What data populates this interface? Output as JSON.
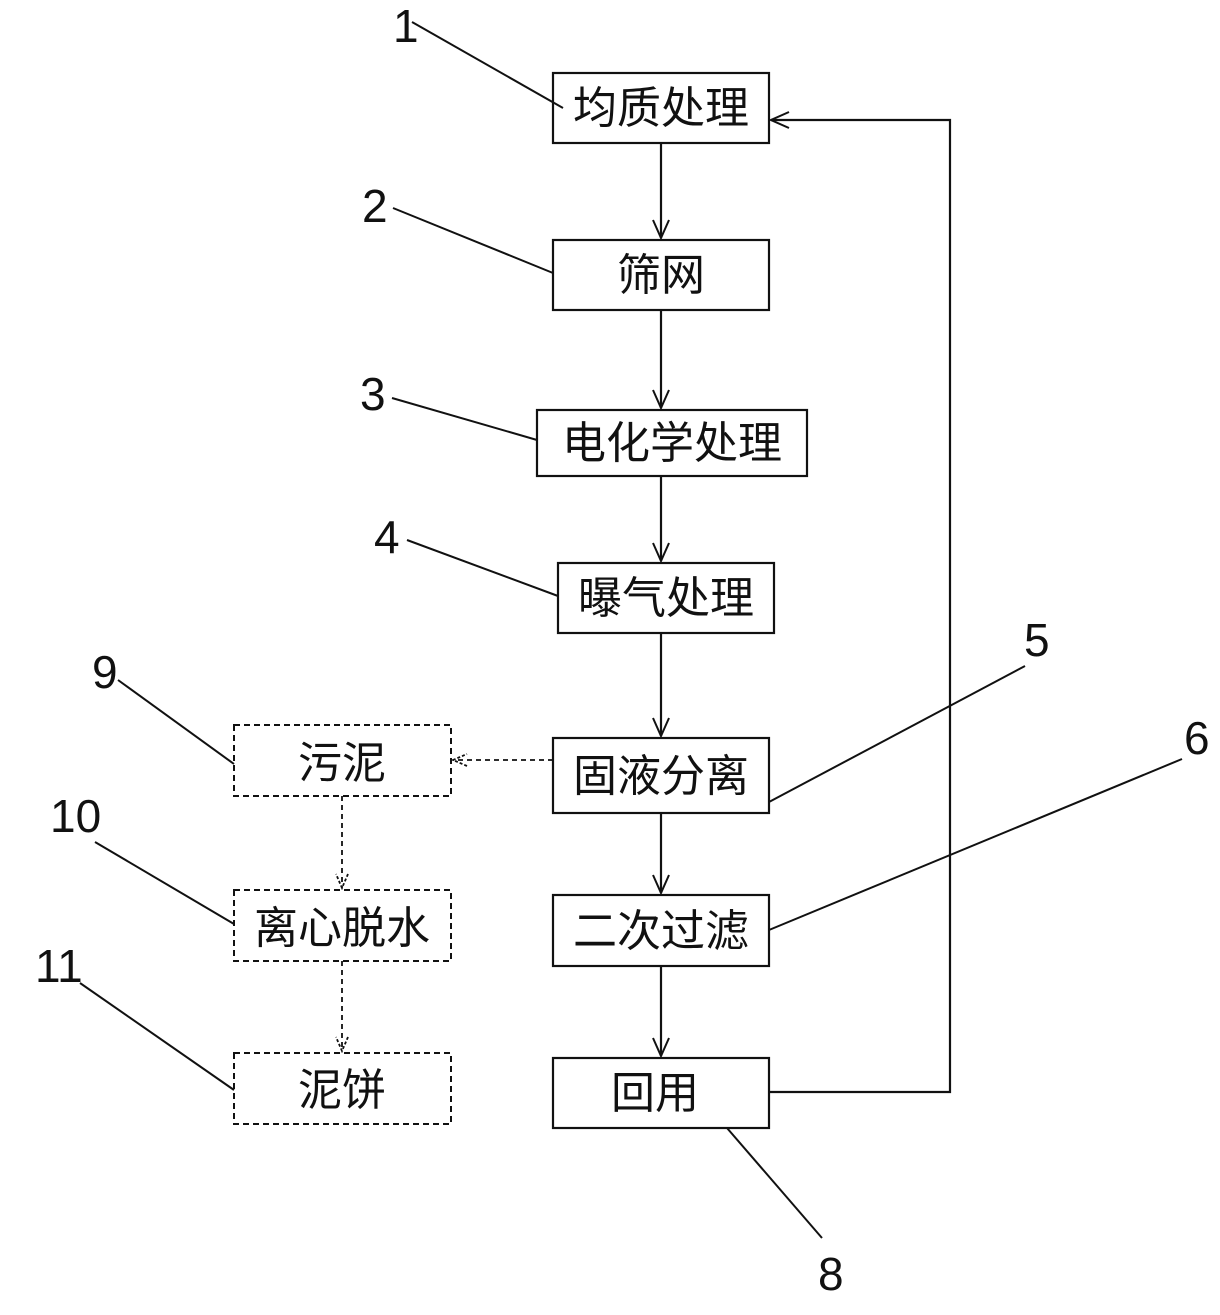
{
  "nodes": {
    "homogenize": "均质处理",
    "screen": "筛网",
    "electrochem": "电化学处理",
    "aeration": "曝气处理",
    "separation": "固液分离",
    "secondary_filter": "二次过滤",
    "reuse": "回用",
    "sludge": "污泥",
    "centrifuge": "离心脱水",
    "sludge_cake": "泥饼"
  },
  "labels": {
    "n1": "1",
    "n2": "2",
    "n3": "3",
    "n4": "4",
    "n5": "5",
    "n6": "6",
    "n8": "8",
    "n9": "9",
    "n10": "10",
    "n11": "11"
  },
  "colors": {
    "stroke": "#111111",
    "background": "#ffffff"
  }
}
